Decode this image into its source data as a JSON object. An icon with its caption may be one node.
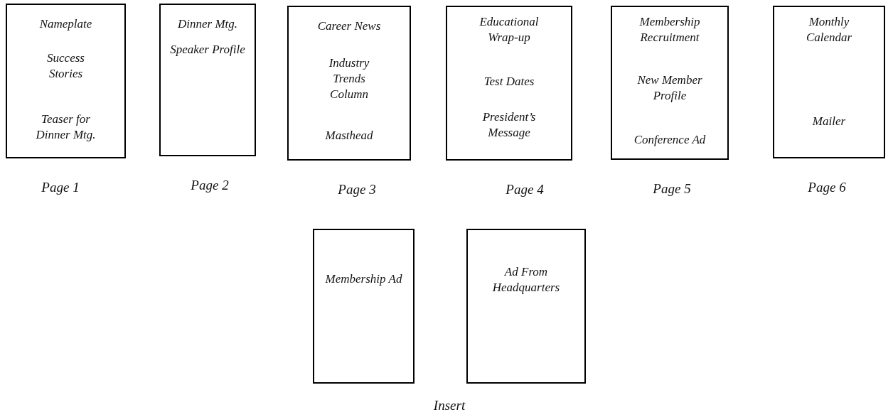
{
  "diagram": {
    "nodes": [
      {
        "text": [
          "Nameplate",
          "Success Stories",
          "Teaser for Dinner Mtg."
        ],
        "beside": [
          "Page 1"
        ]
      },
      {
        "text": [
          "Dinner Mtg.",
          "Speaker Profile"
        ],
        "beside": [
          "Page 2"
        ]
      },
      {
        "text": [
          "Career News",
          "Industry Trends Column",
          "Masthead"
        ],
        "beside": [
          "Page 3"
        ]
      },
      {
        "text": [
          "Educational Wrap-up",
          "Test Dates",
          "President’s Message"
        ],
        "beside": [
          "Page 4"
        ]
      },
      {
        "text": [
          "Membership Recruitment",
          "New Member Profile",
          "Conference Ad"
        ],
        "beside": [
          "Page 5"
        ]
      },
      {
        "text": [
          "Monthly Calendar",
          "Mailer"
        ],
        "beside": [
          "Page 6"
        ]
      },
      {
        "text": [
          "Membership Ad"
        ]
      },
      {
        "text": [
          "Ad From Headquarters"
        ]
      }
    ],
    "labels": [
      "Insert"
    ]
  }
}
